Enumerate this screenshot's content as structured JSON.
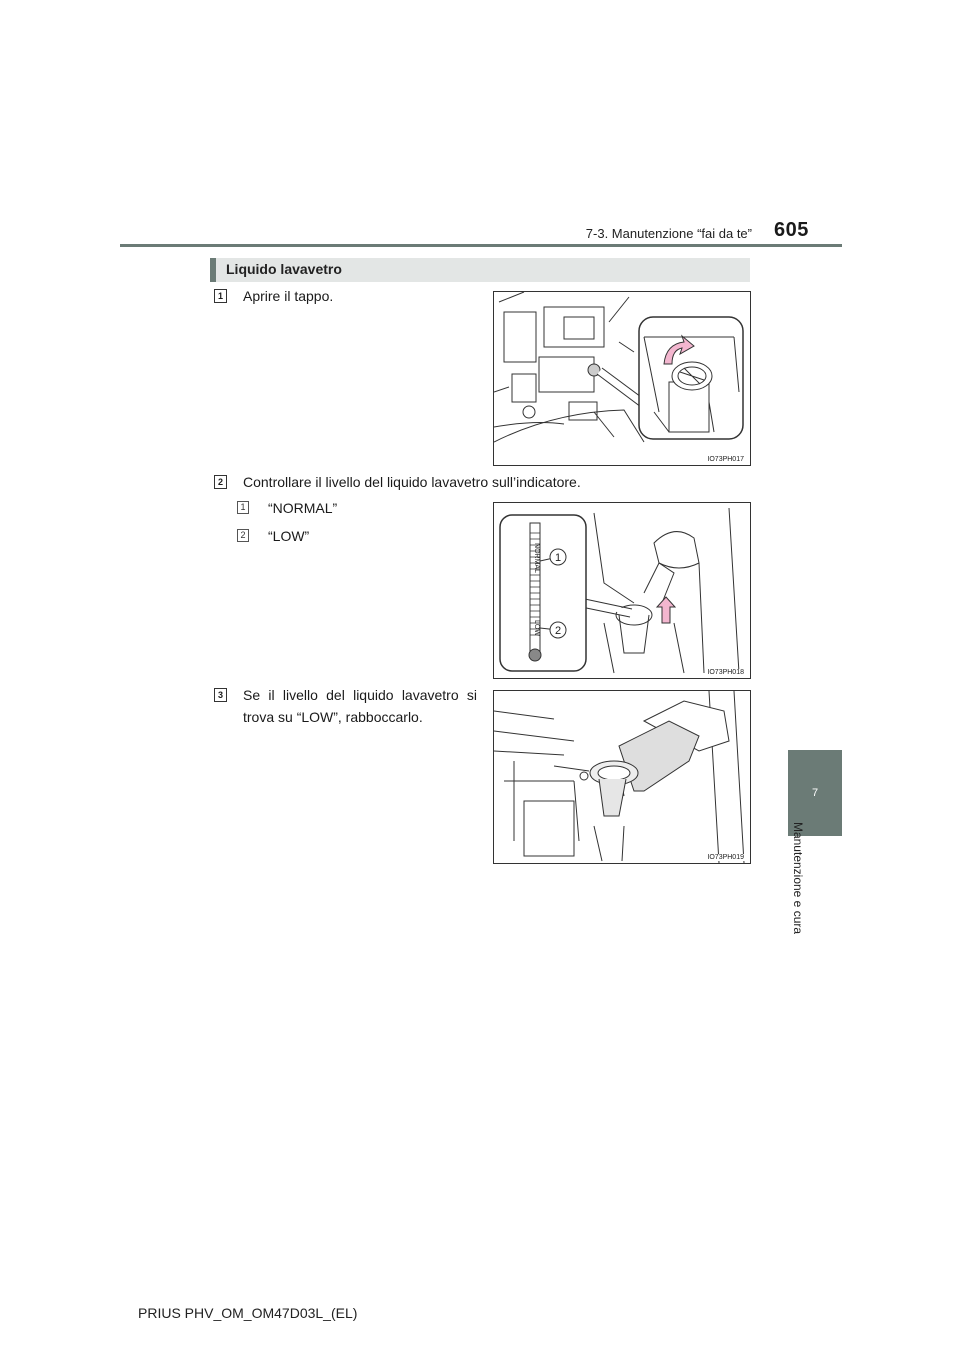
{
  "header": {
    "section": "7-3. Manutenzione “fai da te”",
    "page_number": "605"
  },
  "side_tab": {
    "chapter": "7",
    "label": "Manutenzione e cura"
  },
  "section": {
    "title": "Liquido lavavetro"
  },
  "steps": [
    {
      "number": "1",
      "text": "Aprire il tappo.",
      "figure_code": "IO73PH017"
    },
    {
      "number": "2",
      "text": "Controllare il livello del liquido lavavetro sull’indicatore.",
      "figure_code": "IO73PH018",
      "subitems": [
        {
          "number": "1",
          "text": "“NORMAL”"
        },
        {
          "number": "2",
          "text": "“LOW”"
        }
      ],
      "gauge_labels": {
        "normal": "NORMAL",
        "low": "LOW",
        "callout_1": "1",
        "callout_2": "2"
      }
    },
    {
      "number": "3",
      "line1": "Se il livello del liquido lavavetro si",
      "line2": "trova su “LOW”, rabboccarlo.",
      "figure_code": "IO73PH019"
    }
  ],
  "footer": {
    "document_id": "PRIUS PHV_OM_OM47D03L_(EL)"
  },
  "colors": {
    "accent": "#6b7b76",
    "section_bg": "#e3e6e5",
    "arrow_pink": "#f3b6cf"
  }
}
